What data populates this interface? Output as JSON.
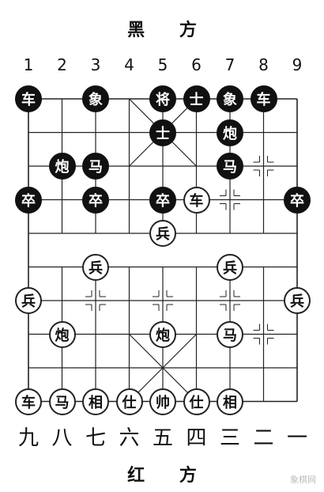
{
  "titles": {
    "top": "黑 方",
    "bottom": "红 方"
  },
  "files_top": [
    "1",
    "2",
    "3",
    "4",
    "5",
    "6",
    "7",
    "8",
    "9"
  ],
  "files_bottom": [
    "九",
    "八",
    "七",
    "六",
    "五",
    "四",
    "三",
    "二",
    "一"
  ],
  "pieces": [
    {
      "side": "black",
      "label": "车",
      "file": 1,
      "rank": 0
    },
    {
      "side": "black",
      "label": "象",
      "file": 3,
      "rank": 0
    },
    {
      "side": "black",
      "label": "将",
      "file": 5,
      "rank": 0
    },
    {
      "side": "black",
      "label": "士",
      "file": 6,
      "rank": 0
    },
    {
      "side": "black",
      "label": "象",
      "file": 7,
      "rank": 0
    },
    {
      "side": "black",
      "label": "车",
      "file": 8,
      "rank": 0
    },
    {
      "side": "black",
      "label": "士",
      "file": 5,
      "rank": 1
    },
    {
      "side": "black",
      "label": "炮",
      "file": 7,
      "rank": 1
    },
    {
      "side": "black",
      "label": "炮",
      "file": 2,
      "rank": 2
    },
    {
      "side": "black",
      "label": "马",
      "file": 3,
      "rank": 2
    },
    {
      "side": "black",
      "label": "马",
      "file": 7,
      "rank": 2
    },
    {
      "side": "black",
      "label": "卒",
      "file": 1,
      "rank": 3
    },
    {
      "side": "black",
      "label": "卒",
      "file": 3,
      "rank": 3
    },
    {
      "side": "black",
      "label": "卒",
      "file": 5,
      "rank": 3
    },
    {
      "side": "black",
      "label": "卒",
      "file": 9,
      "rank": 3
    },
    {
      "side": "red",
      "label": "车",
      "file": 6,
      "rank": 3
    },
    {
      "side": "red",
      "label": "兵",
      "file": 5,
      "rank": 4
    },
    {
      "side": "red",
      "label": "兵",
      "file": 3,
      "rank": 5
    },
    {
      "side": "red",
      "label": "兵",
      "file": 7,
      "rank": 5
    },
    {
      "side": "red",
      "label": "兵",
      "file": 1,
      "rank": 6
    },
    {
      "side": "red",
      "label": "兵",
      "file": 9,
      "rank": 6
    },
    {
      "side": "red",
      "label": "炮",
      "file": 2,
      "rank": 7
    },
    {
      "side": "red",
      "label": "炮",
      "file": 5,
      "rank": 7
    },
    {
      "side": "red",
      "label": "马",
      "file": 7,
      "rank": 7
    },
    {
      "side": "red",
      "label": "车",
      "file": 1,
      "rank": 9
    },
    {
      "side": "red",
      "label": "马",
      "file": 2,
      "rank": 9
    },
    {
      "side": "red",
      "label": "相",
      "file": 3,
      "rank": 9
    },
    {
      "side": "red",
      "label": "仕",
      "file": 4,
      "rank": 9
    },
    {
      "side": "red",
      "label": "帅",
      "file": 5,
      "rank": 9
    },
    {
      "side": "red",
      "label": "仕",
      "file": 6,
      "rank": 9
    },
    {
      "side": "red",
      "label": "相",
      "file": 7,
      "rank": 9
    }
  ],
  "markers": [
    {
      "file": 8,
      "rank": 2
    },
    {
      "file": 7,
      "rank": 3
    },
    {
      "file": 3,
      "rank": 6
    },
    {
      "file": 5,
      "rank": 6
    },
    {
      "file": 7,
      "rank": 6
    },
    {
      "file": 8,
      "rank": 7
    }
  ],
  "watermark": "象棋网"
}
